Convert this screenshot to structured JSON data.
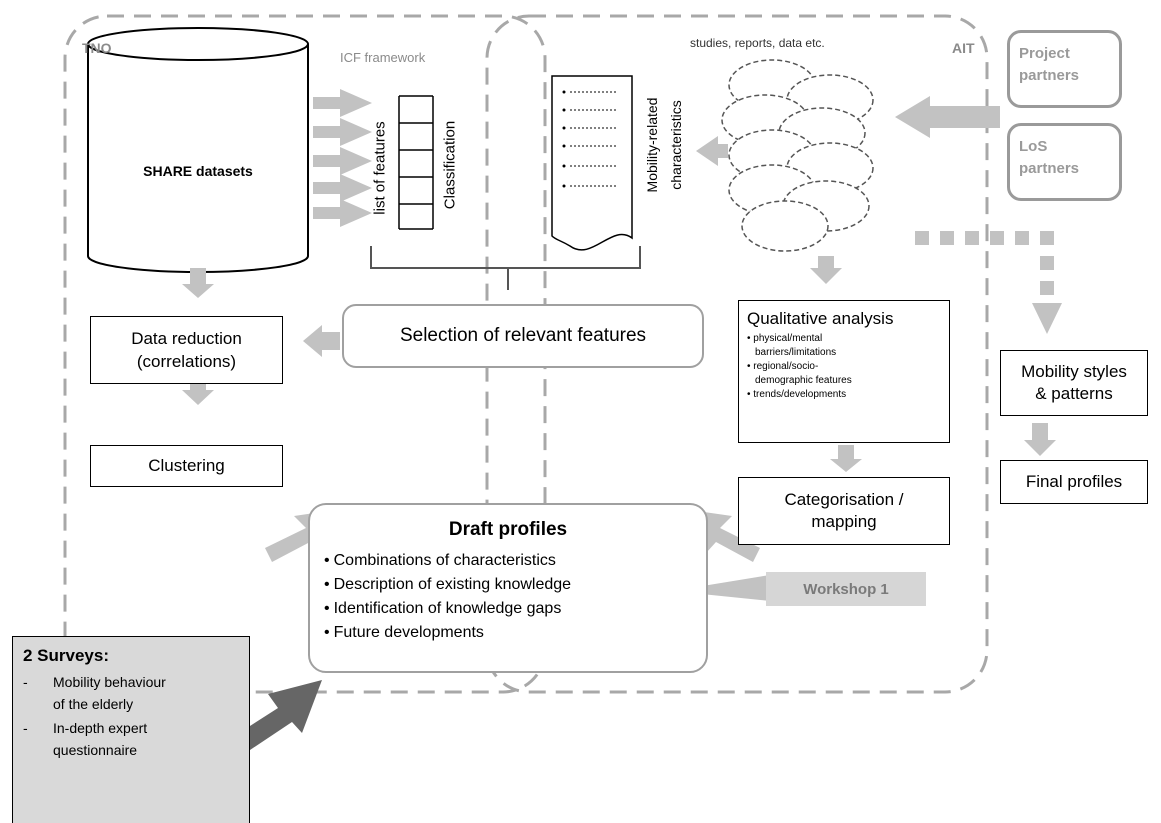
{
  "labels": {
    "tno": "TNO",
    "ait": "AIT",
    "icf": "ICF framework",
    "studies": "studies, reports, data etc.",
    "share": "SHARE datasets",
    "list_features": "list of features",
    "classification": "Classification",
    "mobility_chars_1": "Mobility-related",
    "mobility_chars_2": "characteristics"
  },
  "partners": {
    "project_1": "Project",
    "project_2": "partners",
    "los_1": "LoS",
    "los_2": "partners"
  },
  "boxes": {
    "data_reduction_1": "Data reduction",
    "data_reduction_2": "(correlations)",
    "clustering": "Clustering",
    "selection": "Selection of relevant features",
    "qualitative_title": "Qualitative analysis",
    "qualitative_items": [
      "physical/mental",
      "barriers/limitations",
      "regional/socio-",
      "demographic features",
      "trends/developments"
    ],
    "categorisation_1": "Categorisation /",
    "categorisation_2": "mapping",
    "mobility_styles_1": "Mobility styles",
    "mobility_styles_2": "& patterns",
    "final_profiles": "Final profiles",
    "workshop": "Workshop 1"
  },
  "draft": {
    "title": "Draft profiles",
    "items": [
      "Combinations of characteristics",
      "Description of existing knowledge",
      "Identification of knowledge gaps",
      "Future developments"
    ]
  },
  "surveys": {
    "title": "2 Surveys:",
    "item1_a": "Mobility behaviour",
    "item1_b": "of the elderly",
    "item2_a": "In-depth expert",
    "item2_b": "questionnaire",
    "dash": "-"
  }
}
